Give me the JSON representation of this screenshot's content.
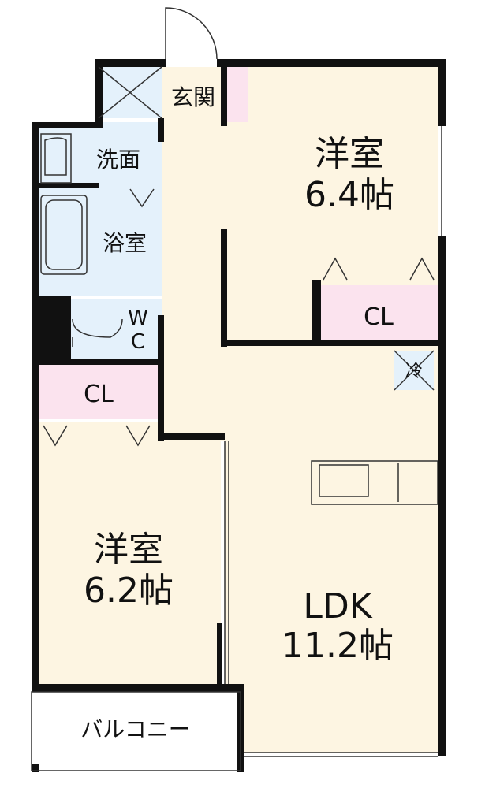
{
  "colors": {
    "room_fill": "#fdf5e2",
    "wet_fill": "#e4f1fb",
    "closet_fill": "#fbe3ee",
    "wall": "#111111",
    "balcony_fill": "#ffffff"
  },
  "rooms": {
    "genkan": "玄関",
    "senmen": "洗面",
    "yokushitsu": "浴室",
    "wc_top": "W",
    "wc_bottom": "C",
    "yoshitsu_a": {
      "name": "洋室",
      "size": "6.4帖"
    },
    "closet_a": "CL",
    "closet_b": "CL",
    "yoshitsu_b": {
      "name": "洋室",
      "size": "6.2帖"
    },
    "ldk": {
      "name": "LDK",
      "size": "11.2帖"
    },
    "fridge": "冷",
    "balcony": "バルコニー"
  }
}
